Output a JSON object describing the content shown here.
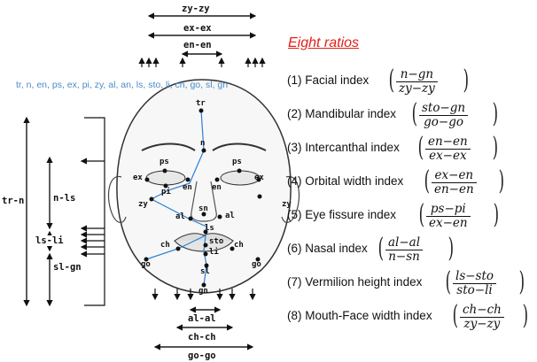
{
  "header": {
    "title": "Eight ratios"
  },
  "landmarks_line": "tr, n, en, ps, ex, pi, zy, al, an, ls, sto, li, ch, go, sl, gn",
  "top_measures": [
    "zy-zy",
    "ex-ex",
    "en-en"
  ],
  "bottom_measures": [
    "al-al",
    "ch-ch",
    "go-go"
  ],
  "left_measures": [
    "tr-n",
    "n-ls",
    "ls-li",
    "sl-gn"
  ],
  "points": {
    "tr": "tr",
    "n": "n",
    "ps_l": "ps",
    "ps_r": "ps",
    "ex_l": "ex",
    "ex_r": "ex",
    "pi": "pi",
    "en_l": "en",
    "en_r": "en",
    "zy_l": "zy",
    "zy_r": "zy",
    "al_l": "al",
    "sn": "sn",
    "al_r": "al",
    "ls": "ls",
    "ch_l": "ch",
    "ch_r": "ch",
    "sto": "sto",
    "li": "li",
    "go_l": "go",
    "go_r": "go",
    "sl": "sl",
    "gn": "gn"
  },
  "ratios": [
    {
      "label": "(1) Facial index",
      "num": "n−gn",
      "den": "zy−zy"
    },
    {
      "label": "(2) Mandibular index",
      "num": "sto−gn",
      "den": "go−go"
    },
    {
      "label": "(3) Intercanthal index",
      "num": "en−en",
      "den": "ex−ex"
    },
    {
      "label": "(4) Orbital width index",
      "num": "ex−en",
      "den": "en−en"
    },
    {
      "label": "(5) Eye fissure index",
      "num": "ps−pi",
      "den": "ex−en"
    },
    {
      "label": "(6) Nasal index",
      "num": "al−al",
      "den": "n−sn"
    },
    {
      "label": "(7) Vermilion height index",
      "num": "ls−sto",
      "den": "sto−li"
    },
    {
      "label": "(8) Mouth-Face width index",
      "num": "ch−ch",
      "den": "zy−zy"
    }
  ],
  "colors": {
    "title": "#e0201b",
    "landmarks": "#4a8bc9",
    "link": "#2a7fd6"
  }
}
